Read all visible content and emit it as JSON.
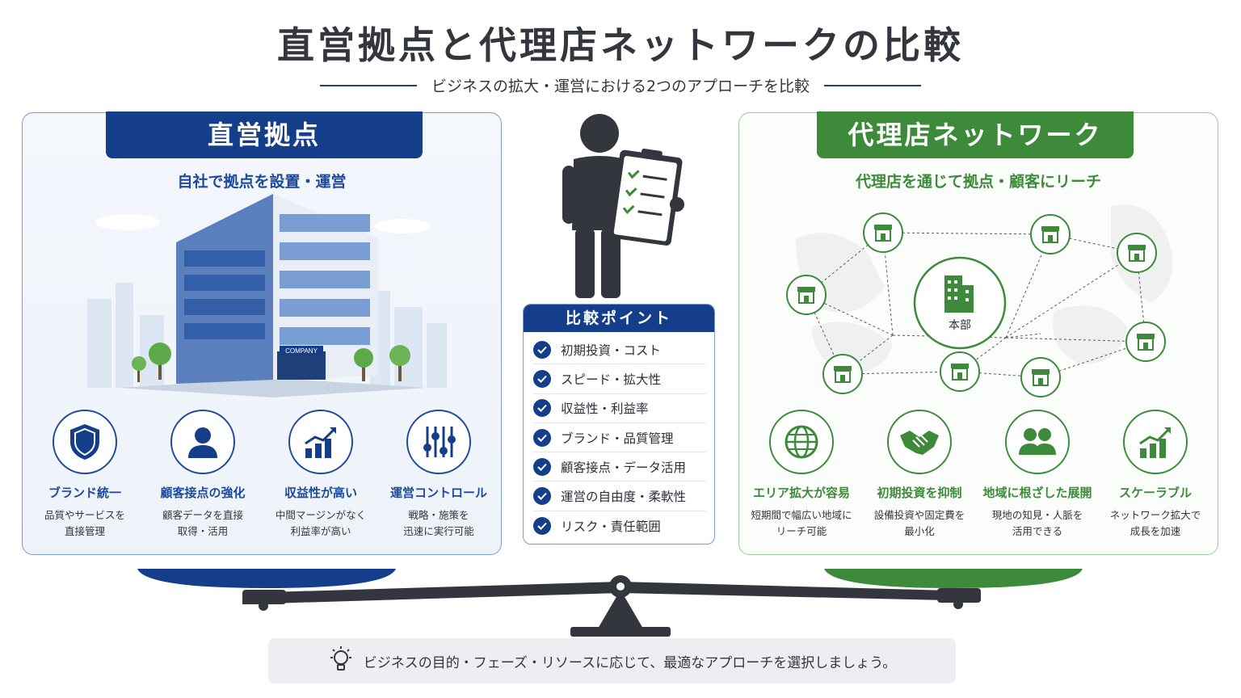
{
  "title": "直営拠点と代理店ネットワークの比較",
  "subtitle": "ビジネスの拡大・運営における2つのアプローチを比較",
  "left": {
    "header": "直営拠点",
    "sub": "自社で拠点を設置・運営",
    "building_sign": "COMPANY",
    "features": [
      {
        "title": "ブランド統一",
        "desc": "品質やサービスを\n直接管理",
        "icon": "shield-icon"
      },
      {
        "title": "顧客接点の強化",
        "desc": "顧客データを直接\n取得・活用",
        "icon": "person-icon"
      },
      {
        "title": "収益性が高い",
        "desc": "中間マージンがなく\n利益率が高い",
        "icon": "growth-chart-icon"
      },
      {
        "title": "運営コントロール",
        "desc": "戦略・施策を\n迅速に実行可能",
        "icon": "sliders-icon"
      }
    ]
  },
  "compare": {
    "header": "比較ポイント",
    "items": [
      "初期投資・コスト",
      "スピード・拡大性",
      "収益性・利益率",
      "ブランド・品質管理",
      "顧客接点・データ活用",
      "運営の自由度・柔軟性",
      "リスク・責任範囲"
    ]
  },
  "right": {
    "header": "代理店ネットワーク",
    "sub": "代理店を通じて拠点・顧客にリーチ",
    "hub_label": "本部",
    "features": [
      {
        "title": "エリア拡大が容易",
        "desc": "短期間で幅広い地域に\nリーチ可能",
        "icon": "globe-icon"
      },
      {
        "title": "初期投資を抑制",
        "desc": "設備投資や固定費を\n最小化",
        "icon": "handshake-icon"
      },
      {
        "title": "地域に根ざした展開",
        "desc": "現地の知見・人脈を\n活用できる",
        "icon": "people-icon"
      },
      {
        "title": "スケーラブル",
        "desc": "ネットワーク拡大で\n成長を加速",
        "icon": "growth-chart-icon"
      }
    ]
  },
  "footer": "ビジネスの目的・フェーズ・リソースに応じて、最適なアプローチを選択しましょう。",
  "colors": {
    "blue": "#153e8a",
    "green": "#3d8a3a",
    "dark": "#33363d"
  }
}
